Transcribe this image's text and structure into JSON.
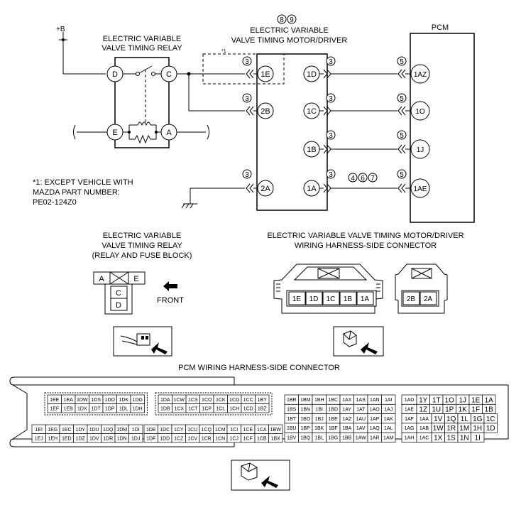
{
  "title": "Electric variable valve timing system wiring diagram",
  "relay": {
    "title_line1": "ELECTRIC VARIABLE",
    "title_line2": "VALVE TIMING RELAY",
    "supply_label": "+B",
    "terminals": [
      "D",
      "C",
      "E",
      "A"
    ]
  },
  "motor": {
    "title_line1": "ELECTRIC VARIABLE",
    "title_line2": "VALVE TIMING MOTOR/DRIVER",
    "note_circles": [
      "8",
      "9"
    ],
    "footnote_marker": "*1",
    "left_pins": [
      "1E",
      "2B",
      "2A"
    ],
    "right_pins": [
      "1D",
      "1C",
      "1B",
      "1A"
    ]
  },
  "pcm": {
    "title": "PCM",
    "pins": [
      "1AZ",
      "1O",
      "1J",
      "1AE"
    ]
  },
  "circle_notes": {
    "three": "3",
    "five": "5",
    "four": "4",
    "six": "6",
    "seven": "7"
  },
  "footnote": {
    "line1": "*1: EXCEPT VEHICLE WITH",
    "line2": "MAZDA PART NUMBER:",
    "line3": "PE02-124Z0"
  },
  "relay_block": {
    "title_line1": "ELECTRIC VARIABLE",
    "title_line2": "VALVE TIMING RELAY",
    "title_line3": "(RELAY AND FUSE BLOCK)",
    "cells": [
      "A",
      "E",
      "C",
      "D"
    ],
    "front_label": "FRONT"
  },
  "motor_connector": {
    "title_line1": "ELECTRIC VARIABLE VALVE TIMING MOTOR/DRIVER",
    "title_line2": "WIRING HARNESS-SIDE CONNECTOR",
    "main_pins": [
      "1E",
      "1D",
      "1C",
      "1B",
      "1A"
    ],
    "sub_pins": [
      "2B",
      "2A"
    ]
  },
  "pcm_connector": {
    "title": "PCM WIRING HARNESS-SIDE CONNECTOR",
    "block1": [
      [
        "1EE",
        "1EA",
        "1DW",
        "1DS",
        "1DO",
        "1DK",
        "1DG"
      ],
      [
        "1EF",
        "1EB",
        "1DX",
        "1DT",
        "1DP",
        "1DL",
        "1DH"
      ],
      [
        "1EI",
        "1EG",
        "1EC",
        "1DY",
        "1DU",
        "1DQ",
        "1DM",
        "1DI"
      ],
      [
        "1EJ",
        "1EH",
        "1ED",
        "1DZ",
        "1DV",
        "1DR",
        "1DN",
        "1DJ"
      ]
    ],
    "block2": [
      [
        "1DA",
        "1CW",
        "1CS",
        "1CO",
        "1CK",
        "1CG",
        "1CC",
        "1BY"
      ],
      [
        "1DB",
        "1CX",
        "1CT",
        "1CP",
        "1CL",
        "1CH",
        "1CD",
        "1BZ"
      ],
      [
        "1DE",
        "1DC",
        "1CY",
        "1CU",
        "1CQ",
        "1CM",
        "1CI",
        "1CE",
        "1CA",
        "1BW"
      ],
      [
        "1DF",
        "1DD",
        "1CZ",
        "1CV",
        "1CR",
        "1CN",
        "1CJ",
        "1CF",
        "1CB",
        "1BX"
      ]
    ],
    "block3": [
      [
        "1BR",
        "1BM",
        "1BH",
        "1BC",
        "1AX",
        "1AS",
        "1AN",
        "1AI"
      ],
      [
        "1BS",
        "1BN",
        "1BI",
        "1BD",
        "1AY",
        "1AT",
        "1AO",
        "1AJ"
      ],
      [
        "1BT",
        "1BO",
        "1BJ",
        "1BE",
        "1AZ",
        "1AU",
        "1AP",
        "1AK"
      ],
      [
        "1BU",
        "1BP",
        "1BK",
        "1BF",
        "1BA",
        "1AV",
        "1AQ",
        "1AL"
      ],
      [
        "1BV",
        "1BQ",
        "1BL",
        "1BG",
        "1BB",
        "1AW",
        "1AR",
        "1AM"
      ]
    ],
    "block4": [
      [
        "1AD",
        "1Y",
        "1T",
        "1O",
        "1J",
        "1E",
        "1A"
      ],
      [
        "1AE",
        "1Z",
        "1U",
        "1P",
        "1K",
        "1F",
        "1B"
      ],
      [
        "1AF",
        "1AA",
        "1V",
        "1Q",
        "1L",
        "1G",
        "1C"
      ],
      [
        "1AG",
        "1AB",
        "1W",
        "1R",
        "1M",
        "1H",
        "1D"
      ],
      [
        "1AH",
        "1AC",
        "1X",
        "1S",
        "1N",
        "1I"
      ]
    ]
  }
}
